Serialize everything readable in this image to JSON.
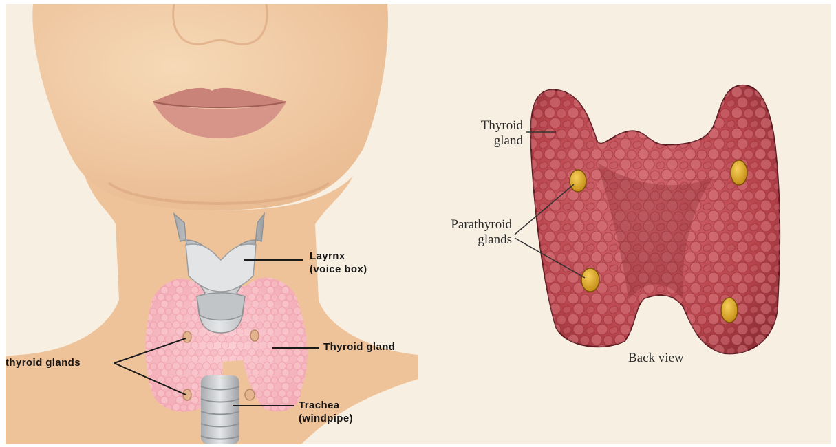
{
  "left_panel": {
    "labels": {
      "larynx": [
        "Layrnx",
        "(voice box)"
      ],
      "thyroid_gland": "Thyroid gland",
      "parathyroid_glands": "thyroid  glands",
      "trachea": [
        "Trachea",
        "(windpipe)"
      ]
    }
  },
  "right_panel": {
    "labels": {
      "thyroid_gland": [
        "Thyroid",
        "gland"
      ],
      "parathyroid_glands": [
        "Parathyroid",
        "glands"
      ],
      "view_caption": "Back view"
    }
  },
  "colors": {
    "skin": "#f2cfa8",
    "background_right": "#f7efe2",
    "thyroid_left": "#f4b4bd",
    "thyroid_right": "#b8434c",
    "parathyroid": "#e0a21a",
    "cartilage": "#c9cbcd"
  }
}
